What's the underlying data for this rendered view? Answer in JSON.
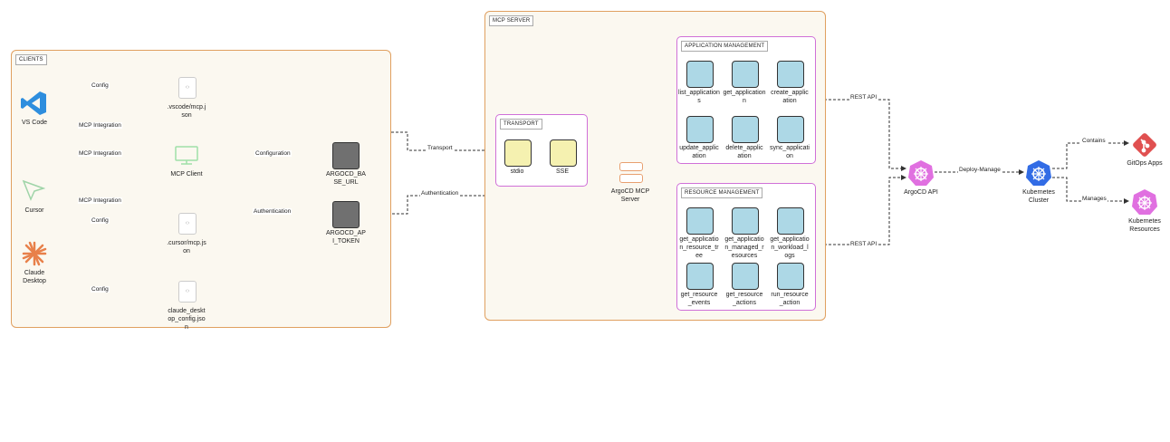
{
  "groups": {
    "clients": "CLIENTS",
    "mcp_server": "MCP SERVER",
    "transport": "TRANSPORT",
    "app_mgmt": "APPLICATION MANAGEMENT",
    "res_mgmt": "RESOURCE MANAGEMENT"
  },
  "clients": {
    "vscode": "VS Code",
    "cursor": "Cursor",
    "claude": "Claude\nDesktop",
    "mcp_client": "MCP Client"
  },
  "files": {
    "vscode": ".vscode/mcp.j\nson",
    "cursor": ".cursor/mcp.js\non",
    "claude": "claude_deskt\nop_config.jso\nn",
    "glyph": "‹›"
  },
  "env": {
    "base_url": "ARGOCD_BA\nSE_URL",
    "token": "ARGOCD_AP\nI_TOKEN"
  },
  "transport": {
    "stdio": "stdio",
    "sse": "SSE"
  },
  "server": {
    "name": "ArgoCD MCP\nServer"
  },
  "app_tools": [
    "list_application\ns",
    "get_application\nn",
    "create_applic\nation",
    "update_applic\nation",
    "delete_applic\nation",
    "sync_applicati\non"
  ],
  "res_tools": [
    "get_applicatio\nn_resource_tr\nee",
    "get_applicatio\nn_managed_r\nesources",
    "get_applicatio\nn_workload_l\nogs",
    "get_resource\n_events",
    "get_resource\n_actions",
    "run_resource\n_action"
  ],
  "right": {
    "argocd_api": "ArgoCD API",
    "k8s_cluster": "Kubernetes\nCluster",
    "gitops": "GitOps Apps",
    "k8s_resources": "Kubernetes\nResources"
  },
  "edges": {
    "config": "Config",
    "mcp_integration": "MCP Integration",
    "configuration": "Configuration",
    "authentication": "Authentication",
    "transport": "Transport",
    "rest_api": "REST API",
    "deploy_manage": "Deploy-Manage",
    "contains": "Contains",
    "manages": "Manages"
  },
  "colors": {
    "group_border": "#e0a060",
    "subgroup_border": "#d070d8",
    "tool_fill": "#add8e6",
    "transport_fill": "#f5f1b0",
    "env_fill": "#707070",
    "argo_pink": "#e070e0",
    "k8s_blue": "#326ce5",
    "git_red": "#e05050"
  }
}
